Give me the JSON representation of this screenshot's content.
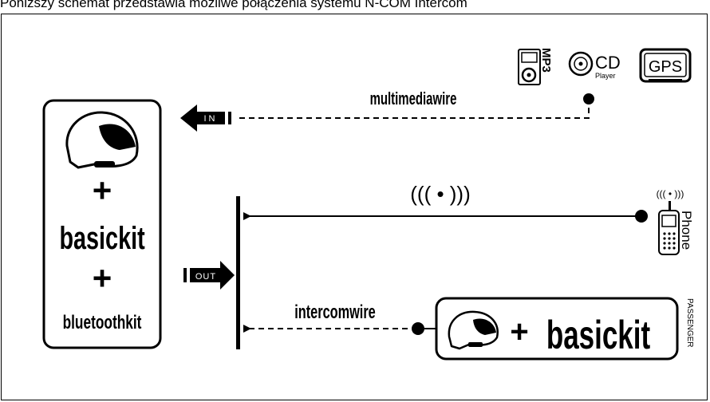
{
  "caption": "Poniższy schemat przedstawia możliwe połączenia systemu N-COM Intercom",
  "connections": {
    "multimedia_wire": "multimediawire",
    "intercom_wire": "intercomwire",
    "bluetooth_symbol": "((( • )))",
    "bluetooth_symbol_small": "((( • )))"
  },
  "ports": {
    "in": "IN",
    "out": "OUT"
  },
  "helmet_box": {
    "plus_1": "+",
    "basic_kit": "basickit",
    "plus_2": "+",
    "bluetooth_kit": "bluetoothkit"
  },
  "devices": {
    "mp3": "MP3",
    "cd": "CD",
    "cd_sub": "Player",
    "gps": "GPS",
    "phone": "Phone"
  },
  "passenger_box": {
    "plus": "+",
    "basic_kit": "basickit",
    "label": "PASSENGER"
  }
}
